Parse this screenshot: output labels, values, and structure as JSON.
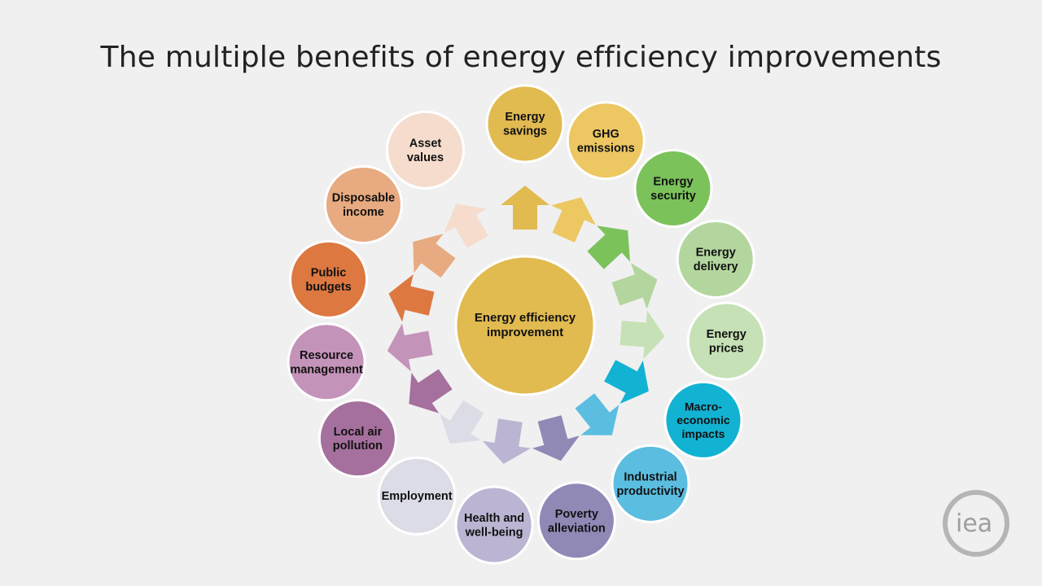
{
  "title": "The multiple benefits of energy efficiency improvements",
  "center": {
    "label_lines": [
      "Energy efficiency",
      "improvement"
    ],
    "color": "#e1ba50"
  },
  "benefits": [
    {
      "id": "energy-savings",
      "lines": [
        "Energy",
        "savings"
      ],
      "color": "#e1ba50"
    },
    {
      "id": "ghg-emissions",
      "lines": [
        "GHG",
        "emissions"
      ],
      "color": "#ecc762"
    },
    {
      "id": "energy-security",
      "lines": [
        "Energy",
        "security"
      ],
      "color": "#7bc25b"
    },
    {
      "id": "energy-delivery",
      "lines": [
        "Energy",
        "delivery"
      ],
      "color": "#b3d69e"
    },
    {
      "id": "energy-prices",
      "lines": [
        "Energy",
        "prices"
      ],
      "color": "#c6e1b5"
    },
    {
      "id": "macroeconomic-impacts",
      "lines": [
        "Macro-",
        "economic",
        "impacts"
      ],
      "color": "#12b2d2"
    },
    {
      "id": "industrial-productivity",
      "lines": [
        "Industrial",
        "productivity"
      ],
      "color": "#5bbde0"
    },
    {
      "id": "poverty-alleviation",
      "lines": [
        "Poverty",
        "alleviation"
      ],
      "color": "#9089b6"
    },
    {
      "id": "health-and-well-being",
      "lines": [
        "Health and",
        "well-being"
      ],
      "color": "#bbb5d3"
    },
    {
      "id": "employment",
      "lines": [
        "Employment"
      ],
      "color": "#dcdce6"
    },
    {
      "id": "local-air-pollution",
      "lines": [
        "Local air",
        "pollution"
      ],
      "color": "#a5709d"
    },
    {
      "id": "resource-management",
      "lines": [
        "Resource",
        "management"
      ],
      "color": "#c493ba"
    },
    {
      "id": "public-budgets",
      "lines": [
        "Public",
        "budgets"
      ],
      "color": "#dd7840"
    },
    {
      "id": "disposable-income",
      "lines": [
        "Disposable",
        "income"
      ],
      "color": "#e8aa80"
    },
    {
      "id": "asset-values",
      "lines": [
        "Asset",
        "values"
      ],
      "color": "#f5dccd"
    }
  ],
  "logo": {
    "text": "iea",
    "ring_color": "#b5b5b5",
    "text_color": "#9e9e9e"
  }
}
